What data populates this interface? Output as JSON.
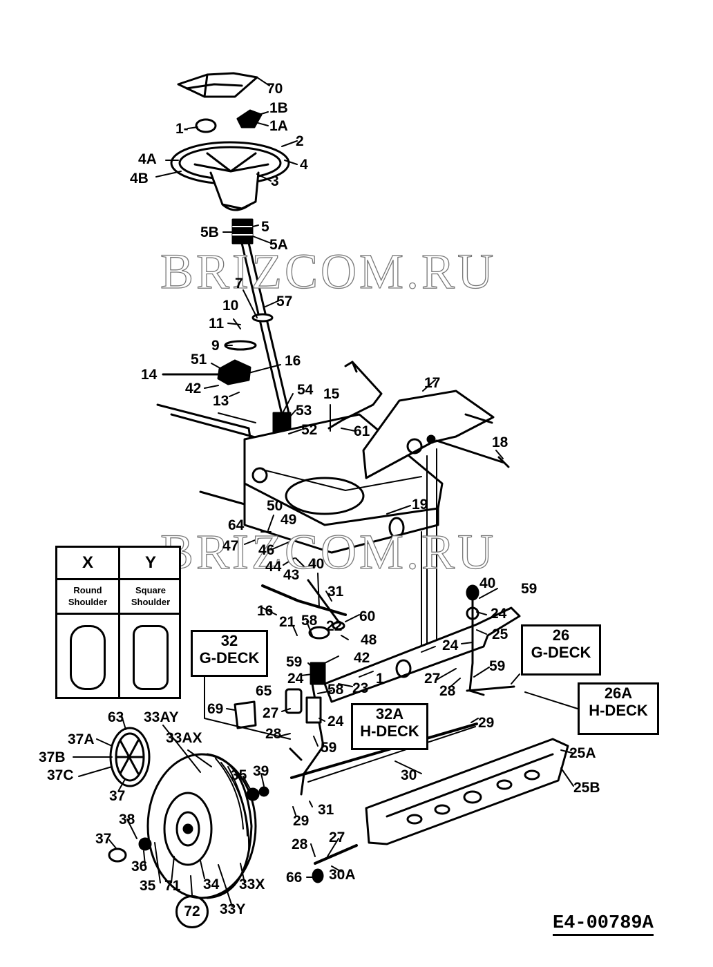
{
  "watermark": "BRIZCOM.RU",
  "reference": "E4-00789A",
  "encircled": "72",
  "legend": {
    "x": {
      "head": "X",
      "sub": "Round Shoulder"
    },
    "y": {
      "head": "Y",
      "sub": "Square Shoulder"
    }
  },
  "boxes": {
    "b32": [
      "32",
      "G-DECK"
    ],
    "b32a": [
      "32A",
      "H-DECK"
    ],
    "b26": [
      "26",
      "G-DECK"
    ],
    "b26a": [
      "26A",
      "H-DECK"
    ]
  },
  "labels": {
    "l70": "70",
    "l1b": "1B",
    "l1a": "1A",
    "l1": "1-",
    "l2": "2",
    "l4a": "4A",
    "l4": "4",
    "l4b": "4B",
    "l3": "3",
    "l5b": "5B",
    "l5": "5",
    "l5a": "5A",
    "l7": "7",
    "l57": "57",
    "l10": "10",
    "l11": "11",
    "l9": "9",
    "l51": "51",
    "l16a": "16",
    "l14": "14",
    "l42a": "42",
    "l13": "13",
    "l54": "54",
    "l15": "15",
    "l53": "53",
    "l52": "52",
    "l61": "61",
    "l17": "17",
    "l18": "18",
    "l19": "19",
    "l50": "50",
    "l64": "64",
    "l49": "49",
    "l47": "47",
    "l46": "46",
    "l44": "44",
    "l43": "43",
    "l40a": "40",
    "l31a": "31",
    "l16b": "16",
    "l21": "21",
    "l58a": "58",
    "l22": "22",
    "l60": "60",
    "l48": "48",
    "l42b": "42",
    "l59a": "59",
    "l24a": "24",
    "l58b": "58",
    "l23": "23",
    "l1c": "1",
    "l65": "65",
    "l69": "69",
    "l27a": "27",
    "l24b": "24",
    "l28a": "28",
    "l59b": "59",
    "l40b": "40",
    "l59c": "59",
    "l24c": "24",
    "l25": "25",
    "l24d": "24",
    "l59d": "59",
    "l27b": "27",
    "l28b": "28",
    "l29a": "29",
    "l63": "63",
    "l33ay": "33AY",
    "l33ax": "33AX",
    "l37a": "37A",
    "l37b": "37B",
    "l37c": "37C",
    "l37a2": "37",
    "l35a": "35",
    "l39": "39",
    "l30": "30",
    "l25a": "25A",
    "l25b": "25B",
    "l31b": "31",
    "l29b": "29",
    "l38": "38",
    "l37b2": "37",
    "l36": "36",
    "l35b": "35",
    "l71": "71",
    "l34": "34",
    "l33x": "33X",
    "l33y": "33Y",
    "l28c": "28",
    "l27c": "27",
    "l30a": "30A",
    "l66": "66"
  },
  "colors": {
    "ink": "#000000",
    "paper": "#ffffff",
    "watermark_outline": "#777777"
  }
}
